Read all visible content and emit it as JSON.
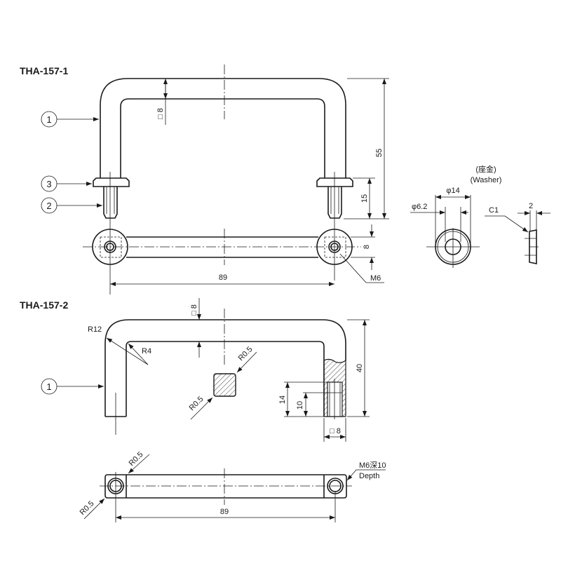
{
  "views": {
    "tha1": {
      "title": "THA-157-1",
      "balloons": [
        "1",
        "3",
        "2"
      ],
      "dim_square": "□ 8",
      "dim_height": "55",
      "dim_stud": "15",
      "dim_width": "8",
      "dim_pitch": "89",
      "thread": "M6"
    },
    "washer": {
      "label_jp": "(座金)",
      "label_en": "(Washer)",
      "outer_dia": "φ14",
      "inner_dia": "φ6.2",
      "chamfer": "C1",
      "thickness": "2"
    },
    "tha2": {
      "title": "THA-157-2",
      "balloon": "1",
      "outer_radius": "R12",
      "inner_radius": "R4",
      "dim_square_top": "□ 8",
      "section_r1": "R0.5",
      "section_r2": "R0.5",
      "dim_height": "40",
      "dim_thread_depth": "14",
      "dim_thread_full": "10",
      "dim_square_bottom": "□ 8",
      "plan_r1": "R0.5",
      "plan_r2": "R0.5",
      "dim_pitch": "89",
      "thread": "M6深10",
      "thread_depth_en": "Depth"
    }
  }
}
